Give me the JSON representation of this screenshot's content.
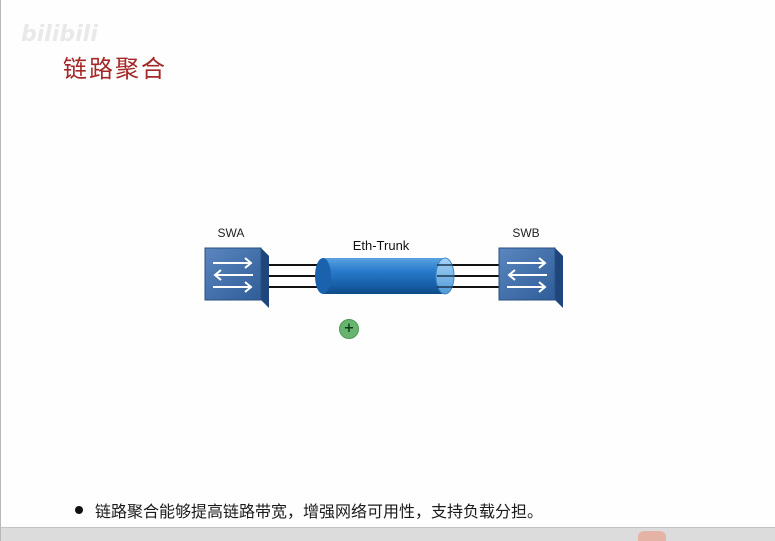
{
  "watermark": "bilibili",
  "slide": {
    "title": "链路聚合",
    "bullet": "链路聚合能够提高链路带宽，增强网络可用性，支持负载分担。"
  },
  "diagram": {
    "switch_a_label": "SWA",
    "switch_b_label": "SWB",
    "trunk_label": "Eth-Trunk",
    "switch_icon": "switch-icon",
    "trunk_color": "#1e67b3",
    "switch_color": "#3b6aa8"
  },
  "cursor": {
    "icon": "add-cursor-icon",
    "symbol": "+"
  }
}
